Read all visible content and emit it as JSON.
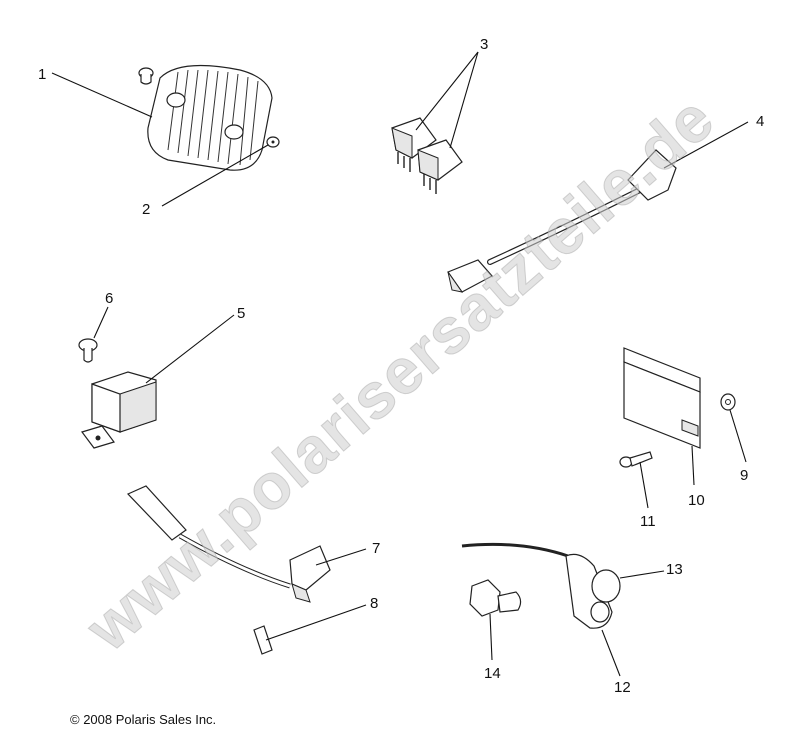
{
  "diagram": {
    "callouts": [
      "1",
      "2",
      "3",
      "4",
      "5",
      "6",
      "7",
      "8",
      "9",
      "10",
      "11",
      "12",
      "13",
      "14"
    ],
    "copyright": "© 2008 Polaris Sales Inc.",
    "watermark": "www.polarisersatzteile.de"
  }
}
